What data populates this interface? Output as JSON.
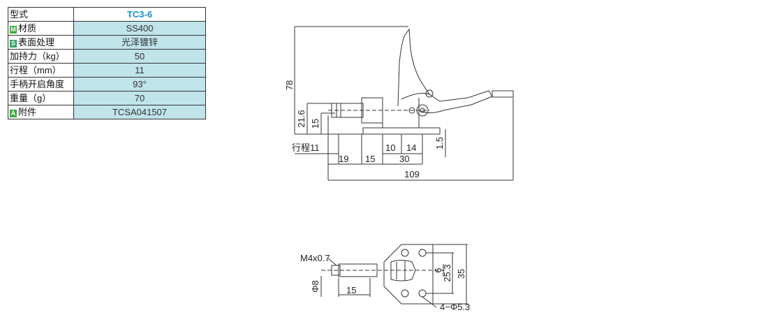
{
  "spec_table": {
    "model": {
      "label": "型式",
      "value": "TC3-6"
    },
    "rows": [
      {
        "badge": "M",
        "label": "材质",
        "value": "SS400"
      },
      {
        "badge": "S",
        "label": "表面处理",
        "value": "光泽镀锌"
      },
      {
        "badge": "",
        "label": "加持力（kg）",
        "value": "50"
      },
      {
        "badge": "",
        "label": "行程（mm）",
        "value": "11"
      },
      {
        "badge": "",
        "label": "手柄开启角度",
        "value": "93°"
      },
      {
        "badge": "",
        "label": "重量（g）",
        "value": "70"
      },
      {
        "badge": "A",
        "label": "附件",
        "value": "TCSA041507"
      }
    ]
  },
  "side_view": {
    "dim_height": "78",
    "dim_spindle_height": "21.6",
    "dim_base_height": "15",
    "dim_stroke_label": "行程11",
    "dim_10": "10",
    "dim_14": "14",
    "dim_plate": "1.5",
    "dim_19": "19",
    "dim_15": "15",
    "dim_30": "30",
    "dim_total": "109"
  },
  "top_view": {
    "thread": "M4x0.7",
    "diameter": "Φ8",
    "dim_15": "15",
    "dim_6": "6",
    "dim_25_3": "25.3",
    "dim_35": "35",
    "holes": "4−Φ5.3"
  }
}
